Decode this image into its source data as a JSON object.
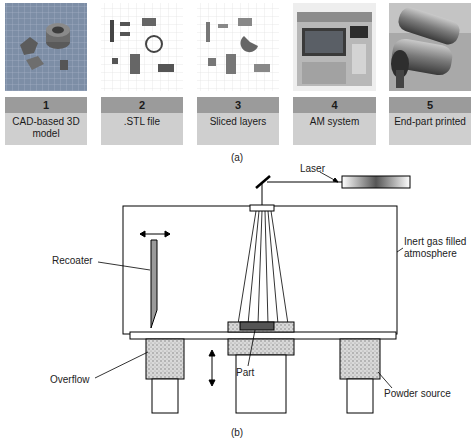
{
  "diagram": {
    "nodes": [
      {
        "text": [
          "1",
          "CAD-based 3D model"
        ]
      },
      {
        "text": [
          "2",
          ".STL file"
        ]
      },
      {
        "text": [
          "3",
          "Sliced layers"
        ]
      },
      {
        "text": [
          "4",
          "AM system"
        ]
      },
      {
        "text": [
          "5",
          "End-part printed"
        ]
      }
    ],
    "labels": [
      "(a)",
      "Laser",
      "Inert gas filled atmosphere",
      "Recoater",
      "Overflow",
      "Part",
      "Powder source",
      "(b)"
    ]
  }
}
